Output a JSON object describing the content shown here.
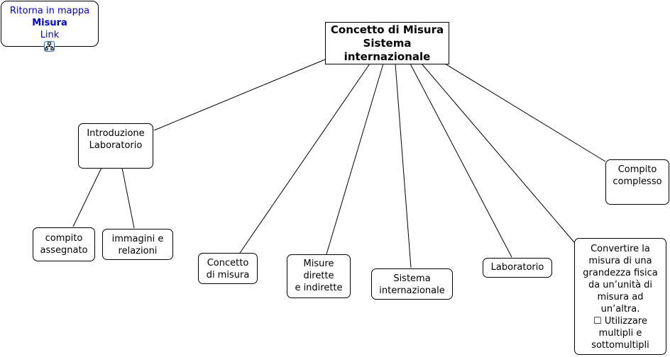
{
  "nav_box": {
    "line1": "Ritorna in mappa",
    "line2": "Misura",
    "line3": "Link",
    "icon": "concept-map-icon"
  },
  "root": {
    "lines": [
      "Concetto di Misura",
      "Sistema",
      "internazionale"
    ]
  },
  "nodes": {
    "intro": {
      "lines": [
        "Introduzione",
        "Laboratorio"
      ]
    },
    "compito_assegnato": {
      "lines": [
        "compito",
        "assegnato"
      ]
    },
    "immagini": {
      "lines": [
        "immagini e",
        "relazioni"
      ]
    },
    "concetto": {
      "lines": [
        "Concetto",
        "di misura"
      ]
    },
    "misure": {
      "lines": [
        "Misure",
        "dirette",
        "e indirette"
      ]
    },
    "sistema": {
      "lines": [
        "Sistema",
        "internazionale"
      ]
    },
    "laboratorio": {
      "lines": [
        "Laboratorio"
      ]
    },
    "convertire": {
      "lines": [
        "Convertire la",
        "misura di una",
        "grandezza fisica",
        "da un’unità di",
        "misura ad",
        "un’altra.",
        "☐ Utilizzare",
        "multipli e",
        "sottomultipli"
      ]
    },
    "compito_complesso": {
      "lines": [
        "Compito",
        "complesso"
      ]
    }
  }
}
